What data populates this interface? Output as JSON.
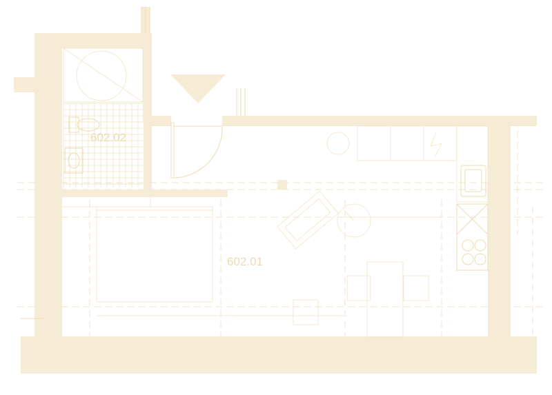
{
  "floor_plan": {
    "rooms": [
      {
        "id": "room-main",
        "label": "602.01"
      },
      {
        "id": "room-bath",
        "label": "602.02"
      }
    ],
    "colors": {
      "wall": "#f6ecd6",
      "line": "#eedbb4",
      "background": "#ffffff"
    },
    "icons": [
      "entrance-arrow-icon",
      "door-swing-icon",
      "toilet-icon",
      "sink-icon",
      "shower-icon",
      "hob-icon"
    ]
  }
}
